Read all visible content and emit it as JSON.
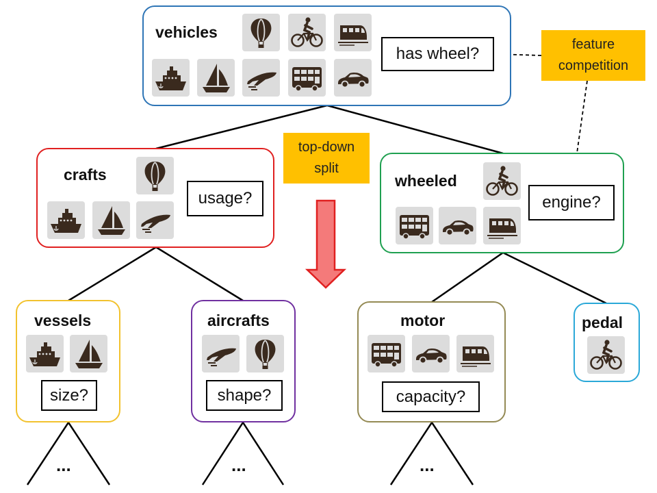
{
  "colors": {
    "vehicles": "#2e75b6",
    "crafts": "#e02020",
    "wheeled": "#1fa050",
    "vessels": "#f2c22e",
    "aircrafts": "#7030a0",
    "motor": "#948a54",
    "pedal": "#2aa8d8",
    "note_fill": "#ffc000",
    "arrow_fill": "#f47a7a",
    "arrow_stroke": "#e02020"
  },
  "nodes": {
    "vehicles": {
      "title": "vehicles",
      "question": "has wheel?",
      "icons": [
        "balloon-icon",
        "bicycle-icon",
        "train-icon",
        "ship-icon",
        "sailboat-icon",
        "airplane-icon",
        "bus-icon",
        "car-icon"
      ]
    },
    "crafts": {
      "title": "crafts",
      "question": "usage?",
      "icons": [
        "balloon-icon",
        "ship-icon",
        "sailboat-icon",
        "airplane-icon"
      ]
    },
    "wheeled": {
      "title": "wheeled",
      "question": "engine?",
      "icons": [
        "bicycle-icon",
        "bus-icon",
        "car-icon",
        "train-icon"
      ]
    },
    "vessels": {
      "title": "vessels",
      "question": "size?",
      "icons": [
        "ship-icon",
        "sailboat-icon"
      ]
    },
    "aircrafts": {
      "title": "aircrafts",
      "question": "shape?",
      "icons": [
        "airplane-icon",
        "balloon-icon"
      ]
    },
    "motor": {
      "title": "motor",
      "question": "capacity?",
      "icons": [
        "bus-icon",
        "car-icon",
        "train-icon"
      ]
    },
    "pedal": {
      "title": "pedal",
      "icons": [
        "bicycle-icon"
      ]
    }
  },
  "notes": {
    "feature_competition": {
      "line1": "feature",
      "line2": "competition"
    },
    "top_down_split": {
      "line1": "top-down",
      "line2": "split"
    }
  },
  "ellipsis": "..."
}
